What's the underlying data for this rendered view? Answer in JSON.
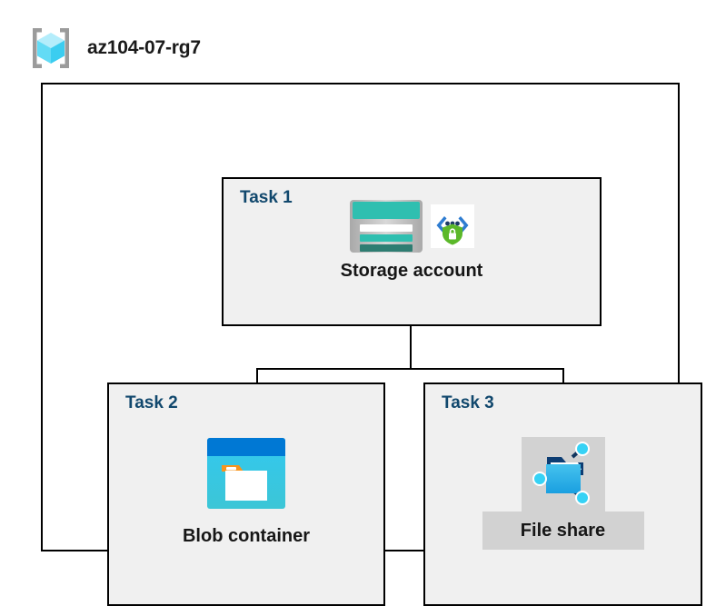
{
  "header": {
    "icon": "resource-group-icon",
    "title": "az104-07-rg7"
  },
  "diagram": {
    "type": "azure-architecture-tree",
    "container_name": "az104-07-rg7",
    "tasks": [
      {
        "label": "Task 1",
        "node_caption": "Storage account",
        "icons": [
          "storage-account-icon",
          "secure-endpoint-shield-icon"
        ],
        "highlighted": false
      },
      {
        "label": "Task 2",
        "node_caption": "Blob container",
        "icons": [
          "blob-container-icon"
        ],
        "highlighted": false
      },
      {
        "label": "Task 3",
        "node_caption": "File share",
        "icons": [
          "file-share-icon"
        ],
        "highlighted": true
      }
    ],
    "connections": [
      {
        "from": "Storage account",
        "to": "Blob container"
      },
      {
        "from": "Storage account",
        "to": "File share"
      }
    ]
  },
  "colors": {
    "task_label": "#11486d",
    "task_box_fill": "#f0f0f0",
    "border": "#000000",
    "canvas": "#ffffff",
    "highlight_patch": "#d2d2d2",
    "storage_teal": "#2fbfb0",
    "storage_teal_dark": "#2e7d72",
    "blob_blue": "#0078d4",
    "blob_cyan": "#32c8f0",
    "blob_orange": "#f7941e",
    "shield_green": "#5bb82a",
    "cube_cyan": "#8ee4f7",
    "bracket_gray": "#9b9b9b"
  }
}
